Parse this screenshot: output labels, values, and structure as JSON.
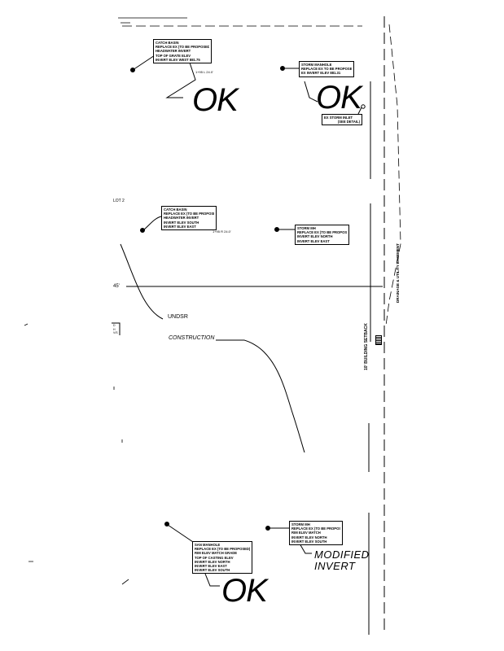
{
  "callouts": [
    {
      "id": "cb-1",
      "lines": [
        "CATCH BASIN",
        "REPLACE EX (TO BE PROPOSED)",
        "HEADWATER INVERT",
        "TOP OF GRATE ELEV",
        "INVERT ELEV WEST 881.75"
      ]
    },
    {
      "id": "mh-1",
      "lines": [
        "STORM MANHOLE",
        "REPLACE EX TO BE PROPOSED",
        "EX INVERT ELEV 881.31"
      ]
    },
    {
      "id": "inlet-1",
      "lines": [
        "EX STORM INLET",
        "(SEE DETAIL)"
      ]
    },
    {
      "id": "cb-2",
      "lines": [
        "CATCH BASIN",
        "REPLACE EX (TO BE PROPOSED)",
        "HEADWATER INVERT",
        "INVERT ELEV SOUTH",
        "INVERT ELEV EAST"
      ]
    },
    {
      "id": "mh-2",
      "lines": [
        "STORM MH",
        "REPLACE EX (TO BE PROPOSED)",
        "INVERT ELEV NORTH",
        "INVERT ELEV EAST"
      ]
    },
    {
      "id": "san-mh",
      "lines": [
        "SAN MANHOLE",
        "REPLACE EX (TO BE PROPOSED)",
        "RIM ELEV MATCH GRADE",
        "TOP OF CASTING ELEV",
        "INVERT ELEV NORTH",
        "INVERT ELEV EAST",
        "INVERT ELEV SOUTH"
      ]
    },
    {
      "id": "mh-3",
      "lines": [
        "STORM MH",
        "REPLACE EX (TO BE PROPOSED)",
        "RIM ELEV MATCH",
        "INVERT ELEV NORTH",
        "INVERT ELEV SOUTH"
      ]
    }
  ],
  "marks": {
    "ok": "OK",
    "modified": "MODIFIED",
    "invert": "INVERT"
  },
  "labels": {
    "station_1": "1+95 L 24.0'",
    "station_2": "1+95 R 24.0'",
    "lot": "LOT 2",
    "dim": "45'",
    "undsr": "UNDSR",
    "construction": "CONSTRUCTION",
    "setback": "10' BUILDING SETBACK",
    "easement": "DRAINAGE & UTILITY EASEMENT",
    "legend": [
      "",
      "D",
      "H",
      "V/S"
    ]
  }
}
